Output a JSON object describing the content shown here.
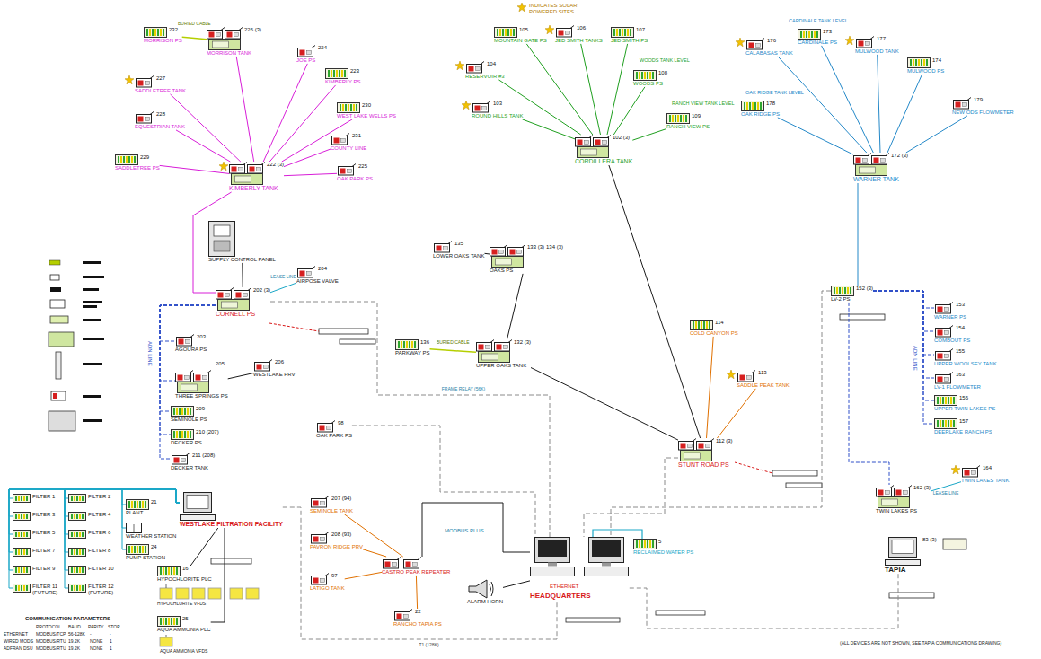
{
  "diagram": {
    "nodes": [
      {
        "text": [
          "232",
          "MORRISON PS"
        ]
      },
      {
        "text": [
          "226 (3)",
          "MORRISON TANK"
        ]
      },
      {
        "text": [
          "224",
          "JOE PS"
        ]
      },
      {
        "text": [
          "227",
          "SADDLETREE TANK"
        ]
      },
      {
        "text": [
          "223",
          "KIMBERLY PS"
        ]
      },
      {
        "text": [
          "228",
          "EQUESTRIAN TANK"
        ]
      },
      {
        "text": [
          "230",
          "WEST LAKE WELLS PS"
        ]
      },
      {
        "text": [
          "231",
          "COUNTY LINE"
        ]
      },
      {
        "text": [
          "229",
          "SADDLETREE PS"
        ]
      },
      {
        "text": [
          "225",
          "OAK PARK PS"
        ]
      },
      {
        "text": [
          "222 (3)",
          "KIMBERLY TANK"
        ]
      },
      {
        "text": [
          "105",
          "MOUNTAIN GATE PS"
        ]
      },
      {
        "text": [
          "106",
          "JED SMITH TANKS"
        ]
      },
      {
        "text": [
          "107",
          "JED SMITH PS"
        ]
      },
      {
        "text": [
          "104",
          "RESERVOIR #3"
        ]
      },
      {
        "text": [
          "108",
          "WOODS PS"
        ]
      },
      {
        "text": [
          "103",
          "ROUND HILLS TANK"
        ]
      },
      {
        "text": [
          "109",
          "RANCH VIEW PS"
        ]
      },
      {
        "text": [
          "102 (3)",
          "CORDILLERA TANK"
        ]
      },
      {
        "text": [
          "176",
          "CALABASAS TANK"
        ]
      },
      {
        "text": [
          "173",
          "CARDINALE PS"
        ]
      },
      {
        "text": [
          "177",
          "MULWOOD TANK"
        ]
      },
      {
        "text": [
          "174",
          "MULWOOD PS"
        ]
      },
      {
        "text": [
          "178",
          "OAK RIDGE PS"
        ]
      },
      {
        "text": [
          "179",
          "NEW ODS FLOWMETER"
        ]
      },
      {
        "text": [
          "172 (3)",
          "WARNER TANK"
        ]
      },
      {
        "text": [
          "202 (3)",
          "CORNELL PS"
        ]
      },
      {
        "text": [
          "204",
          "AIRPOSE VALVE"
        ]
      },
      {
        "text": [
          "SUPPLY CONTROL PANEL"
        ]
      },
      {
        "text": [
          "203",
          "AGOURA PS"
        ]
      },
      {
        "text": [
          "206",
          "WESTLAKE PRV"
        ]
      },
      {
        "text": [
          "THREE SPRINGS PS"
        ]
      },
      {
        "text": [
          "209",
          "SEMINOLE PS"
        ]
      },
      {
        "text": [
          "210 (207)",
          "DECKER PS"
        ]
      },
      {
        "text": [
          "211 (208)",
          "DECKER TANK"
        ]
      },
      {
        "text": [
          "135",
          "LOWER OAKS TANK"
        ]
      },
      {
        "text": [
          "133 (3)",
          "134 (3)",
          "OAKS PS"
        ]
      },
      {
        "text": [
          "136",
          "PARKWAY PS"
        ]
      },
      {
        "text": [
          "132 (3)",
          "UPPER OAKS TANK"
        ]
      },
      {
        "text": [
          "114",
          "COLD CANYON PS"
        ]
      },
      {
        "text": [
          "113",
          "SADDLE PEAK TANK"
        ]
      },
      {
        "text": [
          "112 (3)",
          "STUNT ROAD PS"
        ]
      },
      {
        "text": [
          "152 (3)",
          "LV-2 PS"
        ]
      },
      {
        "text": [
          "153",
          "WARNER PS"
        ]
      },
      {
        "text": [
          "154",
          "COMBOUT PS"
        ]
      },
      {
        "text": [
          "155",
          "UPPER WOOLSEY TANK"
        ]
      },
      {
        "text": [
          "163",
          "LV-1 FLOWMETER"
        ]
      },
      {
        "text": [
          "156",
          "UPPER TWIN LAKES PS"
        ]
      },
      {
        "text": [
          "157",
          "DEERLAKE RANCH PS"
        ]
      },
      {
        "text": [
          "162 (3)",
          "TWIN LAKES PS"
        ]
      },
      {
        "text": [
          "164",
          "TWIN LAKES TANK"
        ]
      },
      {
        "text": [
          "83 (3)",
          "TAPIA"
        ]
      },
      {
        "text": [
          "HEADQUARTERS"
        ]
      },
      {
        "text": [
          "5",
          "RECLAIMED WATER PS"
        ]
      },
      {
        "text": [
          "ALARM HORN"
        ]
      },
      {
        "text": [
          "98",
          "OAK PARK PS"
        ]
      },
      {
        "text": [
          "CASTRO PEAK REPEATER"
        ]
      },
      {
        "text": [
          "207 (94)",
          "SEMINOLE TANK"
        ]
      },
      {
        "text": [
          "208 (93)",
          "PAVRON RIDGE PRV"
        ]
      },
      {
        "text": [
          "97",
          "LATIGO TANK"
        ]
      },
      {
        "text": [
          "22",
          "RANCHO TAPIA PS"
        ]
      },
      {
        "text": [
          "WESTLAKE FILTRATION FACILITY"
        ]
      },
      {
        "text": [
          "FILTER 1"
        ]
      },
      {
        "text": [
          "FILTER 2"
        ]
      },
      {
        "text": [
          "FILTER 3"
        ]
      },
      {
        "text": [
          "FILTER 4"
        ]
      },
      {
        "text": [
          "FILTER 5"
        ]
      },
      {
        "text": [
          "FILTER 6"
        ]
      },
      {
        "text": [
          "FILTER 7"
        ]
      },
      {
        "text": [
          "FILTER 8"
        ]
      },
      {
        "text": [
          "FILTER 9"
        ]
      },
      {
        "text": [
          "FILTER 10"
        ]
      },
      {
        "text": [
          "FILTER 11 (FUTURE)"
        ]
      },
      {
        "text": [
          "FILTER 12 (FUTURE)"
        ]
      },
      {
        "text": [
          "21",
          "PLANT"
        ]
      },
      {
        "text": [
          "WEATHER STATION"
        ]
      },
      {
        "text": [
          "24",
          "PUMP STATION"
        ]
      },
      {
        "text": [
          "16",
          "HYPOCHLORITE PLC"
        ]
      },
      {
        "text": [
          "25",
          "AQUA AMMONIA PLC"
        ]
      }
    ],
    "edges": [
      {
        "from": 0,
        "to": 1,
        "arrow": "none",
        "label": "BURIED CABLE"
      },
      {
        "from": 10,
        "to": 1,
        "arrow": "none"
      },
      {
        "from": 10,
        "to": 2,
        "arrow": "none"
      },
      {
        "from": 10,
        "to": 3,
        "arrow": "none"
      },
      {
        "from": 10,
        "to": 4,
        "arrow": "none"
      },
      {
        "from": 10,
        "to": 5,
        "arrow": "none"
      },
      {
        "from": 10,
        "to": 6,
        "arrow": "none"
      },
      {
        "from": 10,
        "to": 7,
        "arrow": "none"
      },
      {
        "from": 10,
        "to": 8,
        "arrow": "none"
      },
      {
        "from": 10,
        "to": 9,
        "arrow": "none"
      },
      {
        "from": 18,
        "to": 11,
        "arrow": "none"
      },
      {
        "from": 18,
        "to": 12,
        "arrow": "none"
      },
      {
        "from": 18,
        "to": 13,
        "arrow": "none"
      },
      {
        "from": 18,
        "to": 14,
        "arrow": "none"
      },
      {
        "from": 18,
        "to": 15,
        "arrow": "none"
      },
      {
        "from": 18,
        "to": 16,
        "arrow": "none"
      },
      {
        "from": 18,
        "to": 17,
        "arrow": "none"
      },
      {
        "from": 25,
        "to": 19,
        "arrow": "none"
      },
      {
        "from": 25,
        "to": 20,
        "arrow": "none"
      },
      {
        "from": 25,
        "to": 21,
        "arrow": "none"
      },
      {
        "from": 25,
        "to": 22,
        "arrow": "none"
      },
      {
        "from": 25,
        "to": 23,
        "arrow": "none"
      },
      {
        "from": 25,
        "to": 24,
        "arrow": "none"
      },
      {
        "from": 10,
        "to": 26,
        "arrow": "none"
      },
      {
        "from": 28,
        "to": 26,
        "arrow": "none"
      },
      {
        "from": 26,
        "to": 27,
        "arrow": "none",
        "label": "LEASE LINE"
      },
      {
        "from": 26,
        "to": 29,
        "arrow": "none"
      },
      {
        "from": 26,
        "to": 31,
        "arrow": "none"
      },
      {
        "from": 26,
        "to": 32,
        "arrow": "none"
      },
      {
        "from": 26,
        "to": 33,
        "arrow": "none"
      },
      {
        "from": 26,
        "to": 34,
        "arrow": "none"
      },
      {
        "from": 31,
        "to": 30,
        "arrow": "none"
      },
      {
        "from": 36,
        "to": 35,
        "arrow": "none"
      },
      {
        "from": 38,
        "to": 36,
        "arrow": "none"
      },
      {
        "from": 37,
        "to": 38,
        "arrow": "none",
        "label": "BURIED CABLE"
      },
      {
        "from": 18,
        "to": 41,
        "arrow": "none"
      },
      {
        "from": 38,
        "to": 41,
        "arrow": "none"
      },
      {
        "from": 41,
        "to": 39,
        "arrow": "none"
      },
      {
        "from": 41,
        "to": 40,
        "arrow": "none"
      },
      {
        "from": 25,
        "to": 42,
        "arrow": "none"
      },
      {
        "from": 42,
        "to": 43,
        "arrow": "none"
      },
      {
        "from": 42,
        "to": 44,
        "arrow": "none"
      },
      {
        "from": 42,
        "to": 45,
        "arrow": "none"
      },
      {
        "from": 42,
        "to": 46,
        "arrow": "none"
      },
      {
        "from": 42,
        "to": 47,
        "arrow": "none"
      },
      {
        "from": 42,
        "to": 48,
        "arrow": "none"
      },
      {
        "from": 42,
        "to": 49,
        "arrow": "none"
      },
      {
        "from": 49,
        "to": 50,
        "arrow": "none",
        "label": "LEASE LINE"
      },
      {
        "from": 56,
        "to": 57,
        "arrow": "none"
      },
      {
        "from": 56,
        "to": 58,
        "arrow": "none"
      },
      {
        "from": 56,
        "to": 59,
        "arrow": "none"
      },
      {
        "from": 56,
        "to": 60,
        "arrow": "none"
      },
      {
        "from": 56,
        "to": 52,
        "arrow": "none"
      },
      {
        "from": 53,
        "to": 52,
        "arrow": "none"
      },
      {
        "from": 54,
        "to": 52,
        "arrow": "none"
      },
      {
        "from": 26,
        "to": 52,
        "arrow": "none",
        "label": "FRAME RELAY (56K)"
      },
      {
        "from": 41,
        "to": 52,
        "arrow": "none"
      },
      {
        "from": 42,
        "to": 52,
        "arrow": "none"
      },
      {
        "from": 51,
        "to": 52,
        "arrow": "none"
      },
      {
        "from": 61,
        "to": 52,
        "arrow": "none",
        "label": "T1 (128K)"
      },
      {
        "from": 55,
        "to": 52,
        "arrow": "none"
      },
      {
        "from": 62,
        "to": 61,
        "arrow": "none"
      },
      {
        "from": 63,
        "to": 61,
        "arrow": "none"
      },
      {
        "from": 64,
        "to": 61,
        "arrow": "none"
      },
      {
        "from": 65,
        "to": 61,
        "arrow": "none"
      },
      {
        "from": 66,
        "to": 61,
        "arrow": "none"
      },
      {
        "from": 67,
        "to": 61,
        "arrow": "none"
      },
      {
        "from": 68,
        "to": 61,
        "arrow": "none"
      },
      {
        "from": 69,
        "to": 61,
        "arrow": "none"
      },
      {
        "from": 70,
        "to": 61,
        "arrow": "none"
      },
      {
        "from": 71,
        "to": 61,
        "arrow": "none"
      },
      {
        "from": 72,
        "to": 61,
        "arrow": "none"
      },
      {
        "from": 73,
        "to": 61,
        "arrow": "none"
      },
      {
        "from": 74,
        "to": 61,
        "arrow": "none"
      },
      {
        "from": 75,
        "to": 61,
        "arrow": "none"
      },
      {
        "from": 76,
        "to": 61,
        "arrow": "none"
      },
      {
        "from": 61,
        "to": 77,
        "arrow": "none"
      },
      {
        "from": 61,
        "to": 78,
        "arrow": "none"
      }
    ],
    "labels": [
      "WOODS TANK LEVEL",
      "RANCH VIEW TANK LEVEL",
      "CARDINALE TANK LEVEL",
      "OAK RIDGE TANK LEVEL",
      "ADN LINE",
      "ADN LINE",
      "205",
      "MODBUS PLUS",
      "ETHERNET",
      "HYPOCHLORITE VFDS",
      "AQUA AMMONIA VFDS",
      "(ALL DEVICES ARE NOT SHOWN, SEE TAPIA COMMUNICATIONS DRAWING)",
      "COMMUNICATION PARAMETERS",
      "PROTOCOL",
      "BAUD",
      "PARITY",
      "STOP",
      "ETHERNET",
      "MODBUS/TCP",
      "56-128K",
      "-",
      "-",
      "WIRED MODS",
      "MODBUS/RTU",
      "19.2K",
      "NONE",
      "1",
      "ADFRAN DSU",
      "MODBUS/RTU",
      "19.2K",
      "NONE",
      "1"
    ],
    "legend": [
      {
        "text": "INDICATES SOLAR POWERED SITES"
      }
    ]
  }
}
